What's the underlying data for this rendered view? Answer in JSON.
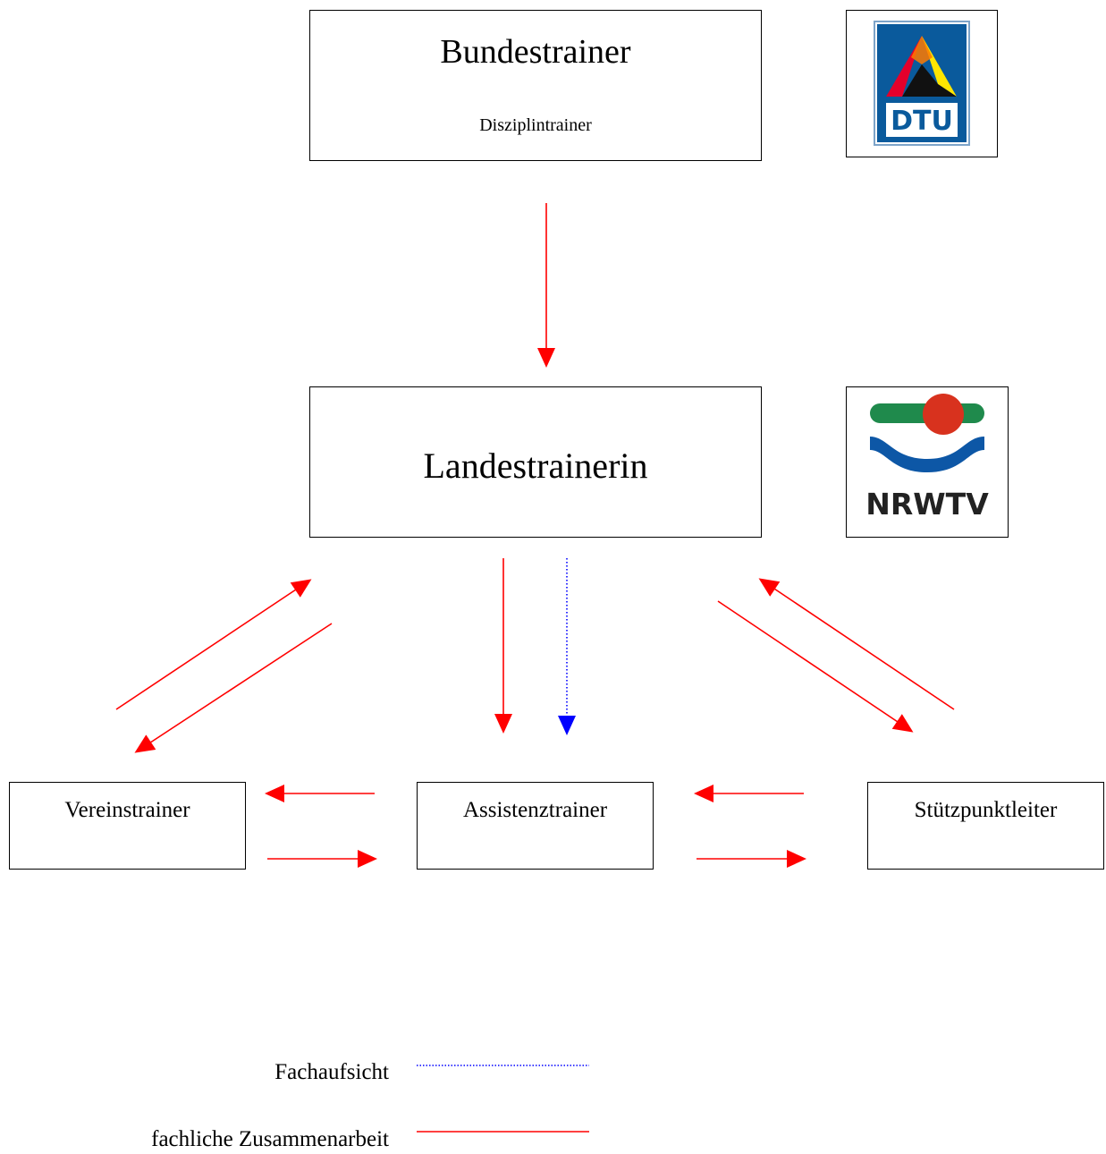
{
  "nodes": {
    "bundestrainer": {
      "title": "Bundestrainer",
      "subtitle": "Disziplintrainer"
    },
    "landestrainerin": {
      "title": "Landestrainerin"
    },
    "vereinstrainer": {
      "title": "Vereinstrainer"
    },
    "assistenztrainer": {
      "title": "Assistenztrainer"
    },
    "stuetzpunktleiter": {
      "title": "Stützpunktleiter"
    }
  },
  "logos": {
    "dtu": {
      "text": "DTU"
    },
    "nrwtv": {
      "text": "NRWTV"
    }
  },
  "legend": {
    "fachaufsicht": {
      "label": "Fachaufsicht",
      "style": "dotted",
      "color": "#0000ff"
    },
    "zusammenarbeit": {
      "label": "fachliche Zusammenarbeit",
      "style": "solid",
      "color": "#ff0000"
    }
  },
  "colors": {
    "collaboration": "#ff0000",
    "supervision": "#0000ff",
    "box_border": "#000000"
  },
  "edges": [
    {
      "from": "Bundestrainer",
      "to": "Landestrainerin",
      "type": "fachliche Zusammenarbeit"
    },
    {
      "from": "Vereinstrainer",
      "to": "Landestrainerin",
      "type": "fachliche Zusammenarbeit"
    },
    {
      "from": "Landestrainerin",
      "to": "Vereinstrainer",
      "type": "fachliche Zusammenarbeit"
    },
    {
      "from": "Landestrainerin",
      "to": "Assistenztrainer",
      "type": "fachliche Zusammenarbeit"
    },
    {
      "from": "Landestrainerin",
      "to": "Assistenztrainer",
      "type": "Fachaufsicht"
    },
    {
      "from": "Landestrainerin",
      "to": "Stützpunktleiter",
      "type": "fachliche Zusammenarbeit"
    },
    {
      "from": "Stützpunktleiter",
      "to": "Landestrainerin",
      "type": "fachliche Zusammenarbeit"
    },
    {
      "from": "Assistenztrainer",
      "to": "Vereinstrainer",
      "type": "fachliche Zusammenarbeit"
    },
    {
      "from": "Vereinstrainer",
      "to": "Assistenztrainer",
      "type": "fachliche Zusammenarbeit"
    },
    {
      "from": "Stützpunktleiter",
      "to": "Assistenztrainer",
      "type": "fachliche Zusammenarbeit"
    },
    {
      "from": "Assistenztrainer",
      "to": "Stützpunktleiter",
      "type": "fachliche Zusammenarbeit"
    }
  ]
}
